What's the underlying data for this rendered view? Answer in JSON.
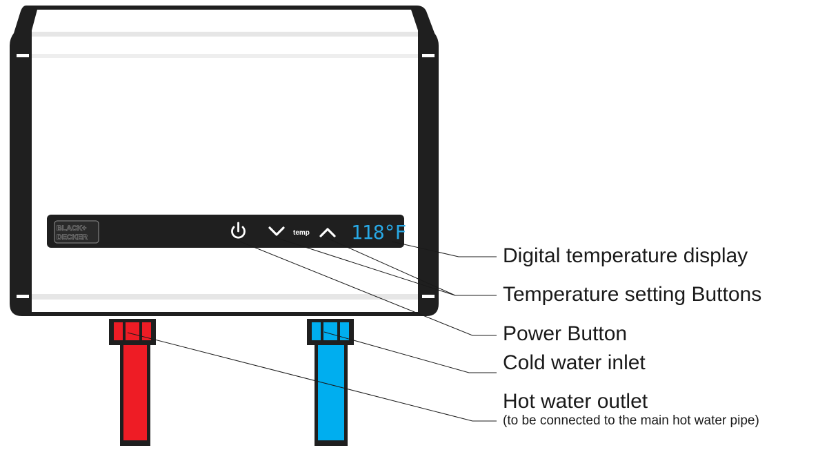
{
  "device": {
    "brand_logo_line1": "BLACK+",
    "brand_logo_line2": "DECKER",
    "temp_label": "temp",
    "display_value": "118°F",
    "power_icon": "power-icon",
    "down_icon": "chevron-down-icon",
    "up_icon": "chevron-up-icon",
    "colors": {
      "body_frame": "#1f1f1f",
      "panel": "#1f1f1f",
      "display_text": "#28a9e6",
      "hot_pipe": "#ee1c25",
      "cold_pipe": "#00aeef"
    }
  },
  "callouts": {
    "digital_display": "Digital temperature display",
    "temperature_buttons": "Temperature setting Buttons",
    "power_button": "Power Button",
    "cold_inlet": "Cold water inlet",
    "hot_outlet": "Hot water outlet",
    "hot_outlet_note": "(to be connected to the main hot water pipe)"
  }
}
